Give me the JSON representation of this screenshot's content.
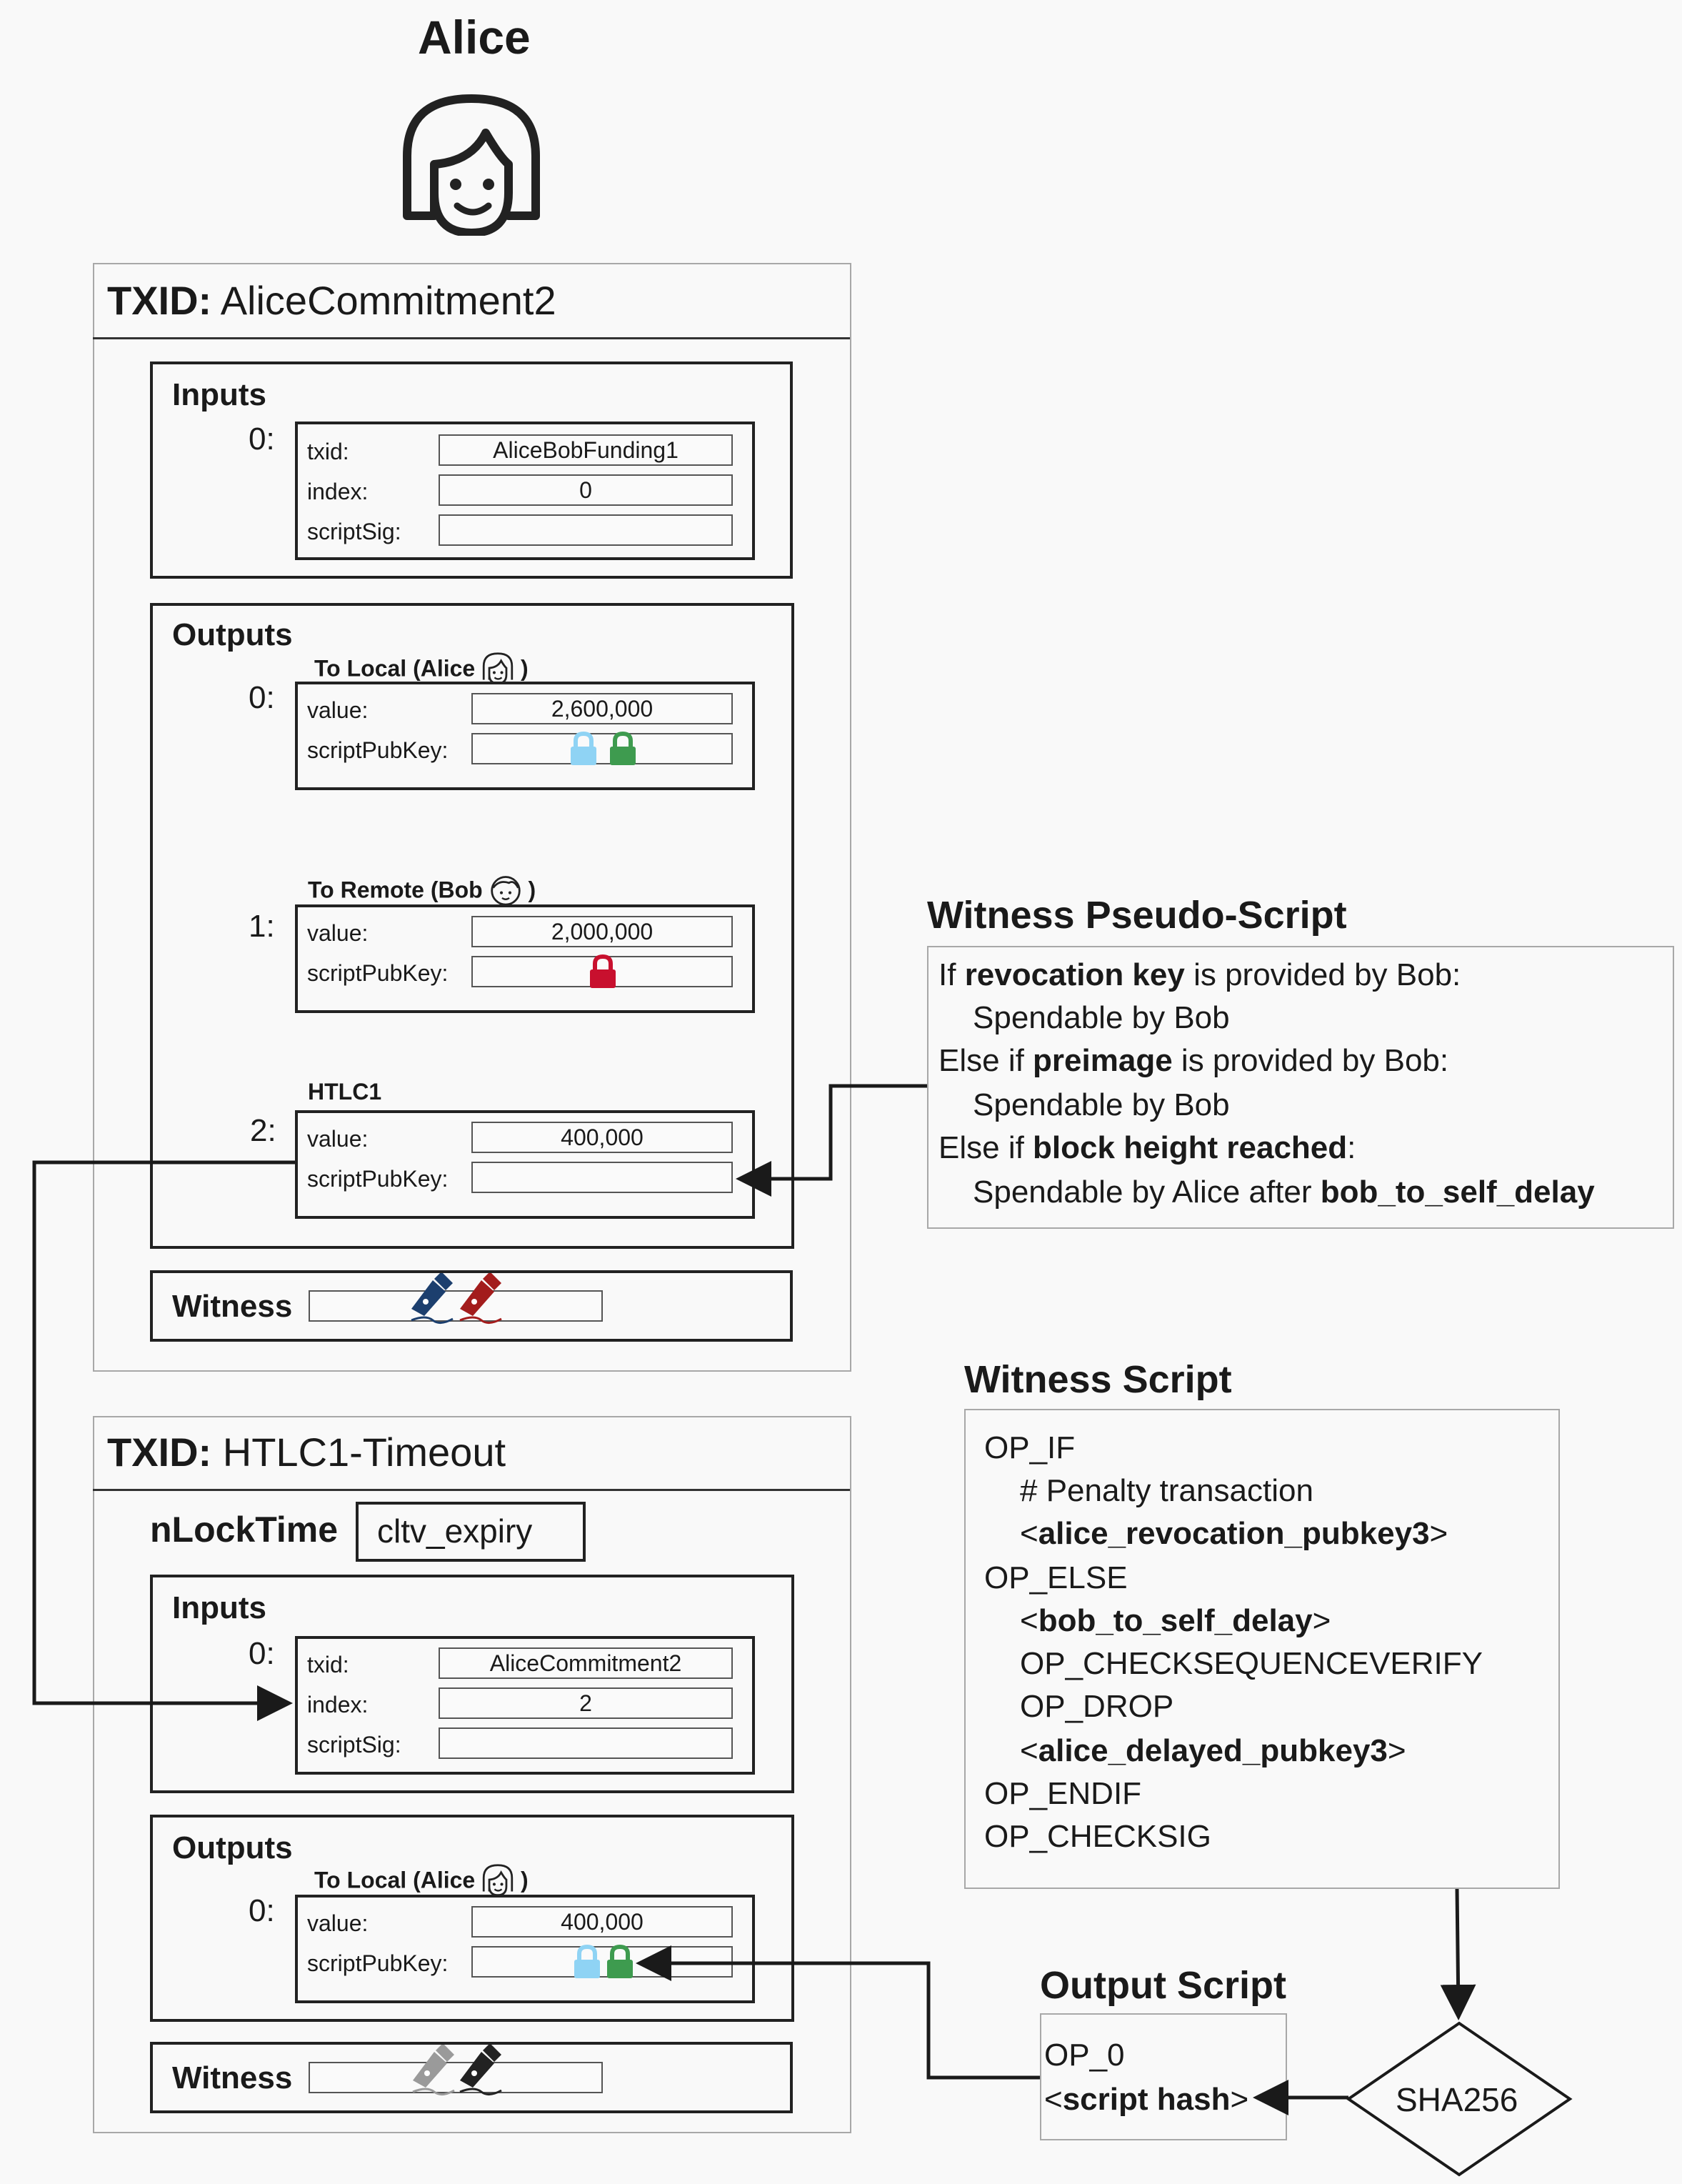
{
  "alice": {
    "name": "Alice",
    "icon": "alice-icon"
  },
  "tx1": {
    "txid_label": "TXID:",
    "txid": "AliceCommitment2",
    "inputs_title": "Inputs",
    "input0": {
      "index": "0:",
      "txid_label": "txid:",
      "txid_value": "AliceBobFunding1",
      "index_label": "index:",
      "index_value": "0",
      "scriptsig_label": "scriptSig:",
      "scriptsig_value": ""
    },
    "outputs_title": "Outputs",
    "outputs": [
      {
        "index": "0:",
        "title": "To Local (Alice",
        "title_close": ")",
        "owner_icon": "alice-icon",
        "value_label": "value:",
        "value": "2,600,000",
        "spk_label": "scriptPubKey:",
        "locks": [
          "light-blue-lock-icon",
          "green-lock-icon"
        ]
      },
      {
        "index": "1:",
        "title": "To Remote (Bob",
        "title_close": ")",
        "owner_icon": "bob-icon",
        "value_label": "value:",
        "value": "2,000,000",
        "spk_label": "scriptPubKey:",
        "locks": [
          "red-lock-icon"
        ]
      },
      {
        "index": "2:",
        "title": "HTLC1",
        "value_label": "value:",
        "value": "400,000",
        "spk_label": "scriptPubKey:",
        "locks": []
      }
    ],
    "witness_label": "Witness",
    "witness_icons": [
      "blue-pen-icon",
      "red-pen-icon"
    ]
  },
  "tx2": {
    "txid_label": "TXID:",
    "txid": "HTLC1-Timeout",
    "nlocktime_label": "nLockTime",
    "nlocktime_value": "cltv_expiry",
    "inputs_title": "Inputs",
    "input0": {
      "index": "0:",
      "txid_label": "txid:",
      "txid_value": "AliceCommitment2",
      "index_label": "index:",
      "index_value": "2",
      "scriptsig_label": "scriptSig:",
      "scriptsig_value": ""
    },
    "outputs_title": "Outputs",
    "outputs": [
      {
        "index": "0:",
        "title": "To Local (Alice",
        "title_close": ")",
        "owner_icon": "alice-icon",
        "value_label": "value:",
        "value": "400,000",
        "spk_label": "scriptPubKey:",
        "locks": [
          "light-blue-lock-icon",
          "green-lock-icon"
        ]
      }
    ],
    "witness_label": "Witness",
    "witness_icons": [
      "gray-pen-icon",
      "black-pen-icon"
    ]
  },
  "pseudo": {
    "title": "Witness Pseudo-Script",
    "l1_a": "If ",
    "l1_b": "revocation key",
    "l1_c": " is provided by Bob:",
    "l2": "Spendable by Bob",
    "l3_a": "Else if ",
    "l3_b": "preimage",
    "l3_c": " is provided by Bob:",
    "l4": "Spendable by Bob",
    "l5_a": "Else if ",
    "l5_b": "block height reached",
    "l5_c": ":",
    "l6_a": "Spendable by Alice after ",
    "l6_b": "bob_to_self_delay"
  },
  "witness_script": {
    "title": "Witness Script",
    "l1": "OP_IF",
    "l2": "# Penalty transaction",
    "l3_a": "<",
    "l3_b": "alice_revocation_pubkey3",
    "l3_c": ">",
    "l4": "OP_ELSE",
    "l5_a": "<",
    "l5_b": "bob_to_self_delay",
    "l5_c": ">",
    "l6": "OP_CHECKSEQUENCEVERIFY",
    "l7": "OP_DROP",
    "l8_a": "<",
    "l8_b": "alice_delayed_pubkey3",
    "l8_c": ">",
    "l9": "OP_ENDIF",
    "l10": "OP_CHECKSIG"
  },
  "output_script": {
    "title": "Output Script",
    "l1": "OP_0",
    "l2_a": "<",
    "l2_b": "script hash",
    "l2_c": ">"
  },
  "sha": {
    "label": "SHA256"
  },
  "colors": {
    "light_blue_lock": "#8fd3f4",
    "green_lock": "#3e9b4f",
    "red_lock": "#c8102e",
    "blue_pen": "#1c3f6e",
    "red_pen": "#a31c1c",
    "gray_pen": "#9a9a9a",
    "black_pen": "#222222"
  }
}
